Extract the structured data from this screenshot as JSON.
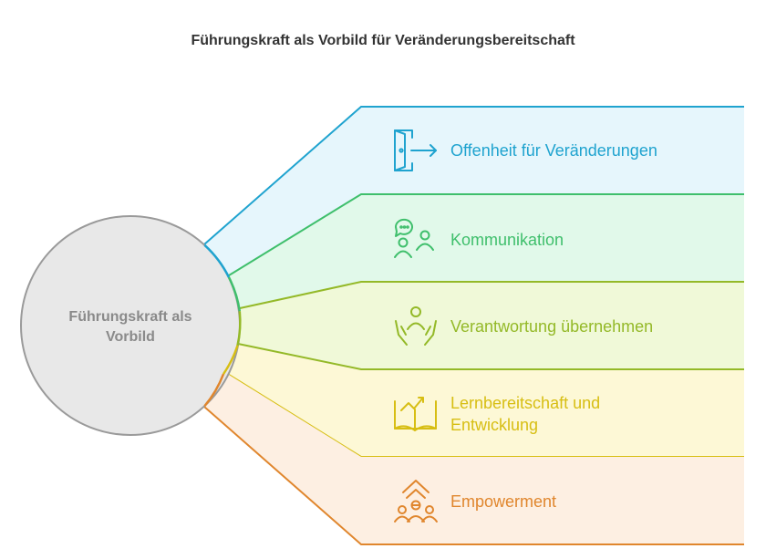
{
  "title": "Führungskraft als Vorbild für Veränderungsbereitschaft",
  "center": {
    "line1": "Führungskraft als",
    "line2": "Vorbild"
  },
  "items": [
    {
      "lines": [
        "Offenheit für Veränderungen"
      ],
      "icon": "door-exit-icon",
      "color": "#1fa3cf",
      "fill": "#e6f6fc"
    },
    {
      "lines": [
        "Kommunikation"
      ],
      "icon": "people-chat-icon",
      "color": "#3fbf6c",
      "fill": "#e1f9ea"
    },
    {
      "lines": [
        "Verantwortung übernehmen"
      ],
      "icon": "responsibility-hands-icon",
      "color": "#94b928",
      "fill": "#f0f9d8"
    },
    {
      "lines": [
        "Lernbereitschaft und",
        "Entwicklung"
      ],
      "icon": "learning-book-icon",
      "color": "#d7be13",
      "fill": "#fdf8d6"
    },
    {
      "lines": [
        "Empowerment"
      ],
      "icon": "empowerment-people-icon",
      "color": "#e0862d",
      "fill": "#fdefe2"
    }
  ]
}
